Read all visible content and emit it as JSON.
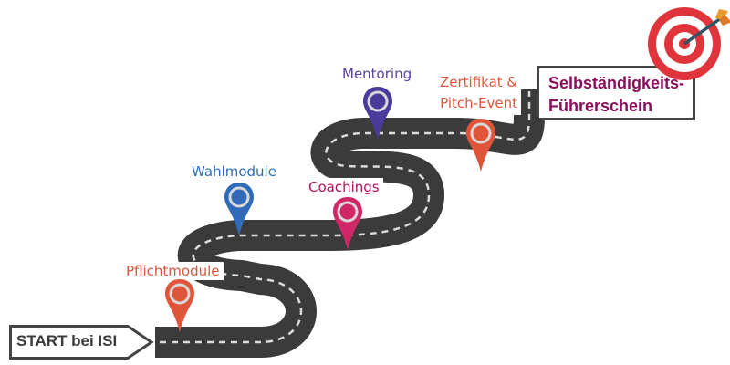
{
  "start": {
    "label": "START bei ISI"
  },
  "goal": {
    "line1": "Selbständigkeits-",
    "line2": "Führerschein"
  },
  "milestones": [
    {
      "label": "Pflichtmodule",
      "color": "#e0553a",
      "label_color": "#e0553a"
    },
    {
      "label": "Wahlmodule",
      "color": "#2f6bb8",
      "label_color": "#2f6bb8"
    },
    {
      "label": "Coachings",
      "color": "#d12767",
      "label_color": "#b0125f"
    },
    {
      "label": "Mentoring",
      "color": "#4a3a9c",
      "label_color": "#5a3fa8"
    },
    {
      "label": "Zertifikat &\nPitch-Event",
      "color": "#e0553a",
      "label_color": "#e0553a"
    }
  ],
  "colors": {
    "road": "#3b3b3b",
    "road_dash": "#dcdcdc",
    "target_red": "#e0343c",
    "target_white": "#ffffff"
  },
  "icons": [
    "map-pin-icon",
    "target-icon",
    "arrow-icon"
  ]
}
